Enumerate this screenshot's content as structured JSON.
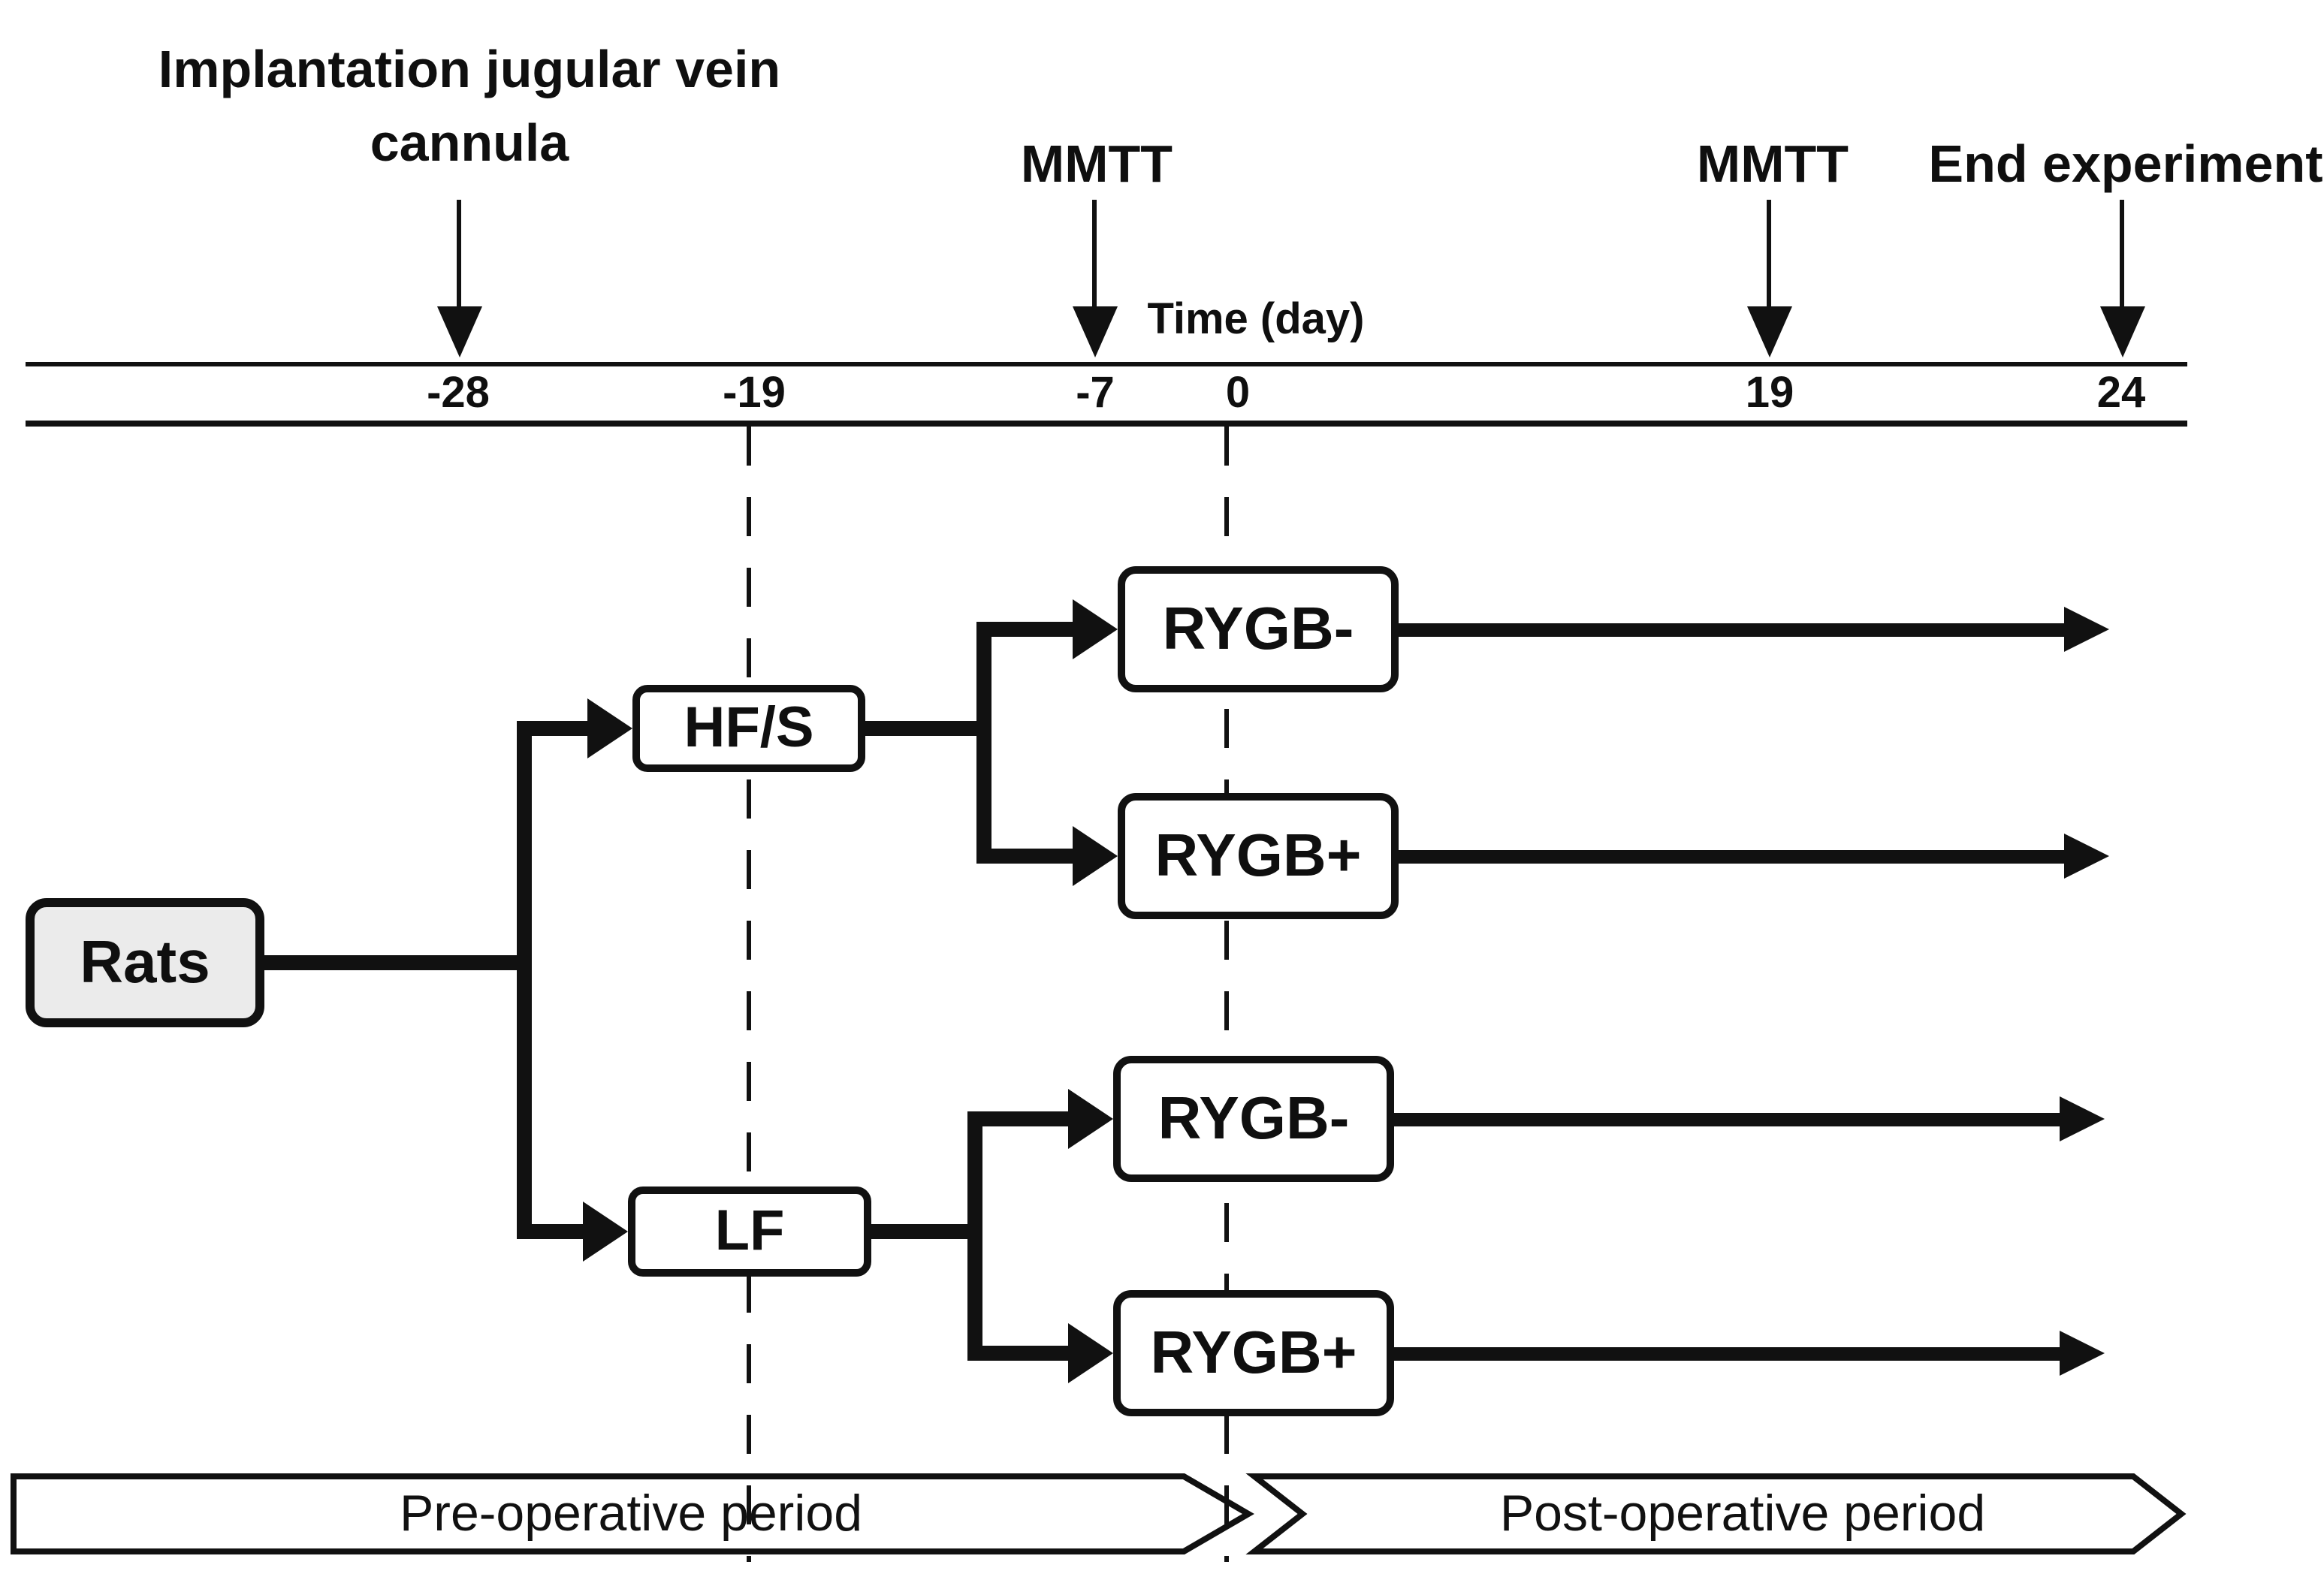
{
  "event_labels": {
    "implantation": "Implantation jugular vein cannula",
    "mmtt_pre": "MMTT",
    "mmtt_post": "MMTT",
    "end_experiment": "End experiment"
  },
  "timeline": {
    "axis_label": "Time (day)",
    "ticks": [
      "-28",
      "-19",
      "-7",
      "0",
      "19",
      "24"
    ]
  },
  "flowchart": {
    "root": "Rats",
    "diet_groups": [
      "HF/S",
      "LF"
    ],
    "surgery_groups": [
      "RYGB-",
      "RYGB+",
      "RYGB-",
      "RYGB+"
    ]
  },
  "periods": {
    "pre": "Pre-operative period",
    "post": "Post-operative period"
  },
  "colors": {
    "ink": "#111111",
    "rats_fill": "#ebebeb",
    "box_fill": "#ffffff",
    "background": "#ffffff"
  }
}
